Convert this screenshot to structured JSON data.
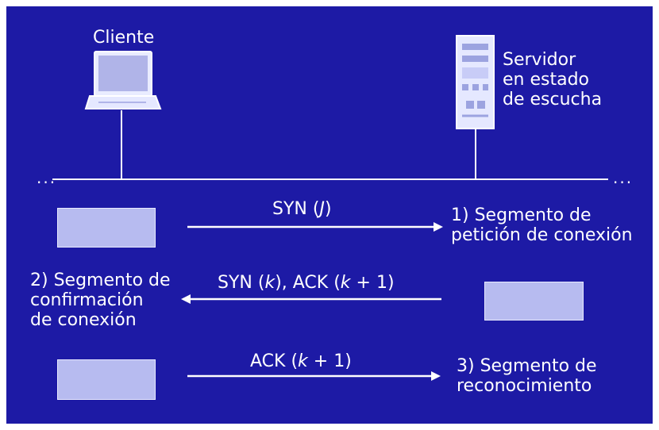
{
  "labels": {
    "client": "Cliente",
    "server_lines": [
      "Servidor",
      "en estado",
      "de escucha"
    ],
    "network_left_dots": "...",
    "network_right_dots": "...",
    "step1_lines": [
      "1) Segmento de",
      "petición de conexión"
    ],
    "step2_lines": [
      "2) Segmento de",
      "confirmación",
      "de conexión"
    ],
    "step3_lines": [
      "3) Segmento de",
      "reconocimiento"
    ]
  },
  "messages": {
    "syn_j": {
      "prefix": "SYN (",
      "var": "J",
      "suffix": ")"
    },
    "syn_k_ack": {
      "prefix1": "SYN (",
      "var1": "k",
      "middle": "), ACK (",
      "var2": "k",
      "suffix": " + 1)"
    },
    "ack_k": {
      "prefix": "ACK (",
      "var": "k",
      "suffix": " + 1)"
    }
  },
  "colors": {
    "background": "#1d1aa5",
    "foreground": "#ffffff",
    "packet_fill": "#b7bbf0"
  },
  "icons": {
    "client": "laptop-icon",
    "server": "server-icon",
    "arrow": "arrow-icon"
  }
}
